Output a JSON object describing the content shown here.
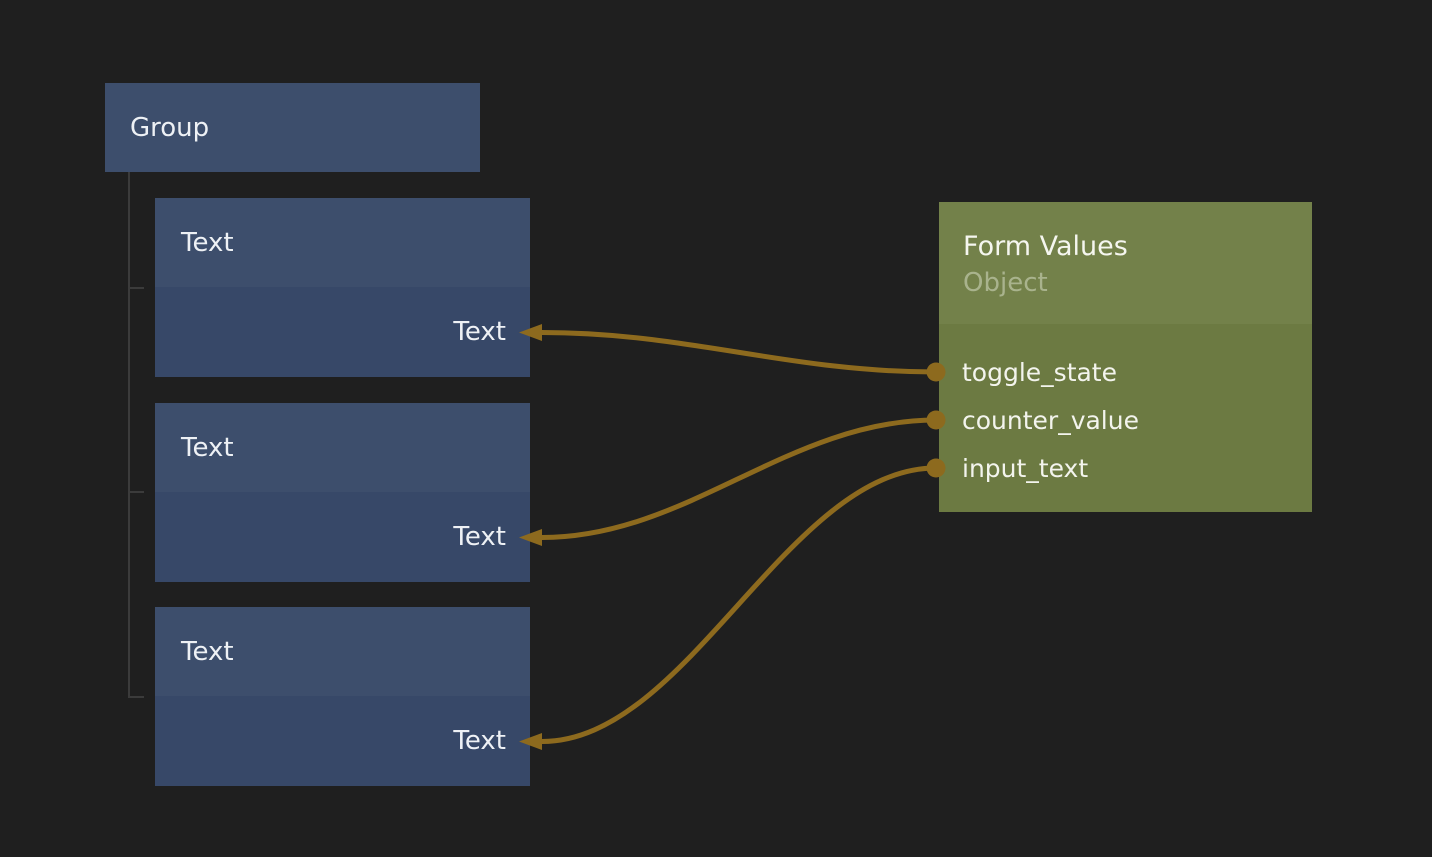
{
  "canvas": {
    "background": "#1f1f1f"
  },
  "colors": {
    "node_blue_header": "#3d4e6c",
    "node_blue_body": "#374868",
    "node_green_header": "#73814a",
    "node_green_body": "#6c7a42",
    "connection_gold": "#8d6a1e",
    "tree_line": "#3b3b3b"
  },
  "group_node": {
    "title": "Group"
  },
  "text_nodes": [
    {
      "title": "Text",
      "input_label": "Text"
    },
    {
      "title": "Text",
      "input_label": "Text"
    },
    {
      "title": "Text",
      "input_label": "Text"
    }
  ],
  "form_values_node": {
    "title": "Form Values",
    "subtitle": "Object",
    "outputs": [
      "toggle_state",
      "counter_value",
      "input_text"
    ]
  },
  "connections": [
    {
      "from_output": "toggle_state",
      "to_text_node": 0
    },
    {
      "from_output": "counter_value",
      "to_text_node": 1
    },
    {
      "from_output": "input_text",
      "to_text_node": 2
    }
  ]
}
